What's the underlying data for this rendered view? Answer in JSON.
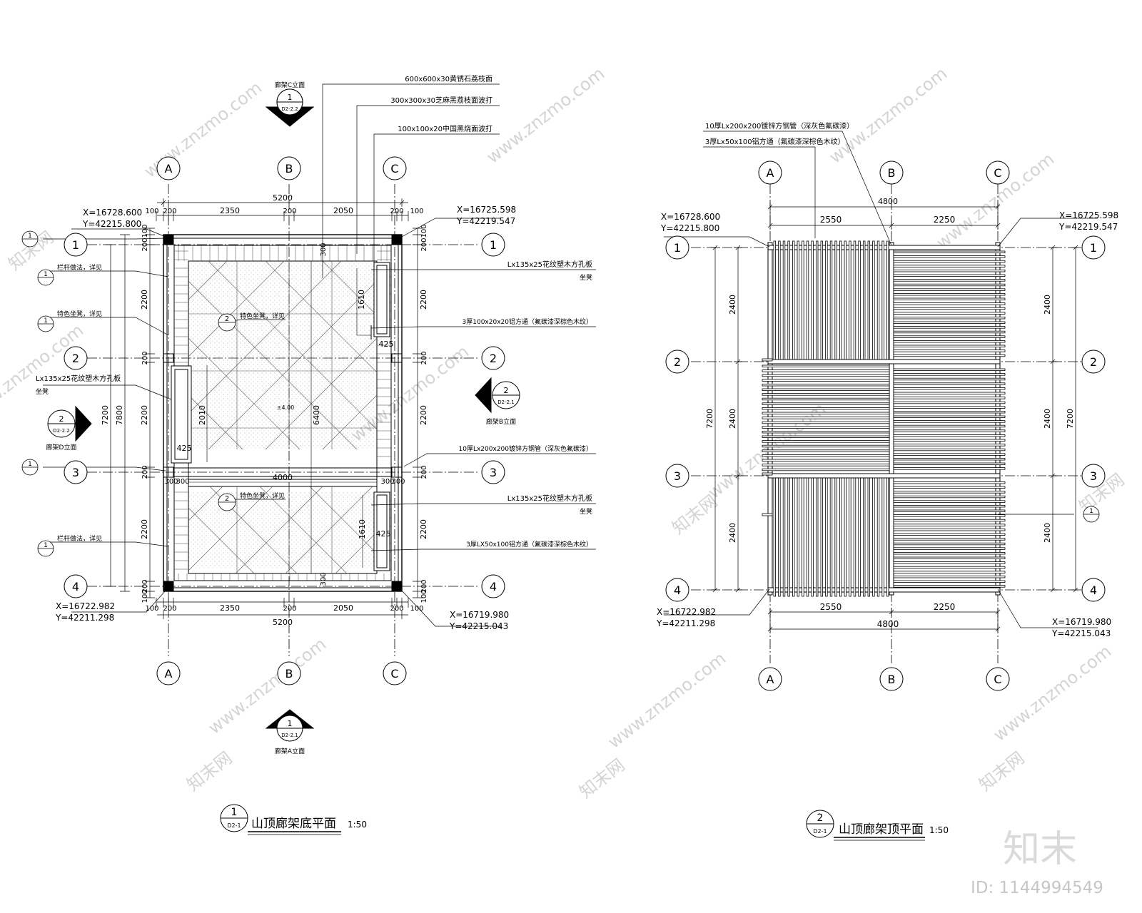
{
  "watermark": {
    "site": "www.znzmo.com",
    "brand": "知末网",
    "logo": "知末",
    "id": "ID: 1144994549"
  },
  "plan1": {
    "title": "山顶廊架底平面",
    "scale": "1:50",
    "ref_num": "1",
    "ref_sheet": "D2-1",
    "axes_cols": [
      "A",
      "B",
      "C"
    ],
    "axes_rows": [
      "1",
      "2",
      "3",
      "4"
    ],
    "dims_top": [
      "100",
      "200",
      "2350",
      "200",
      "2050",
      "200",
      "100"
    ],
    "total_width": "5200",
    "dims_left": [
      "200",
      "100",
      "2200",
      "200",
      "2200",
      "200",
      "2200",
      "200",
      "100"
    ],
    "left_totals": [
      "7200",
      "7800"
    ],
    "dims_right": [
      "200",
      "100",
      "2200",
      "200",
      "2200",
      "200",
      "2200",
      "200",
      "100"
    ],
    "interior_dims": {
      "bench1_len": "1610",
      "bench1_w": "425",
      "bench2_len": "2010",
      "bench2_w": "425",
      "bench3_len": "1610",
      "bench3_w": "425",
      "inner_h": "6400",
      "inner_w": "4000",
      "d300a": "300",
      "d300b": "300",
      "d300c": "300",
      "d300d": "300",
      "d300e": "300",
      "d300f": "300"
    },
    "elev_text": "±4.00",
    "coords": {
      "tl_x": "X=16728.600",
      "tl_y": "Y=42215.800",
      "tr_x": "X=16725.598",
      "tr_y": "Y=42219.547",
      "bl_x": "X=16722.982",
      "bl_y": "Y=42211.298",
      "br_x": "X=16719.980",
      "br_y": "Y=42215.043"
    },
    "callouts_top": [
      "600x600x30黄锈石荔枝面",
      "300x300x30芝麻黑荔枝面波打",
      "100x100x20中国黑烧面波打"
    ],
    "callouts_right": [
      "Lx135x25花纹塑木方孔板",
      "坐凳",
      "3厚100x20x20铝方通（氟碳漆深棕色木纹）",
      "10厚Lx200x200镀锌方钢管（深灰色氟碳漆）",
      "Lx135x25花纹塑木方孔板",
      "坐凳",
      "3厚LX50x100铝方通（氟碳漆深棕色木纹）"
    ],
    "callouts_left": [
      "栏杆做法，详见",
      "特色坐凳，详见",
      "Lx135x25花纹塑木方孔板",
      "坐凳",
      "栏杆做法，详见"
    ],
    "callouts_interior": [
      "特色坐凳，详见",
      "特色坐凳，详见"
    ],
    "elev_top": {
      "num": "1",
      "sheet": "D2-2.2",
      "label": "廊架C立面"
    },
    "elev_bottom": {
      "num": "1",
      "sheet": "D2-2.1",
      "label": "廊架A立面"
    },
    "elev_left": {
      "num": "2",
      "sheet": "D2-2.2",
      "label": "廊架D立面"
    },
    "elev_right": {
      "num": "2",
      "sheet": "D2-2.1",
      "label": "廊架B立面"
    },
    "small_ref": "1"
  },
  "plan2": {
    "title": "山顶廊架顶平面",
    "scale": "1:50",
    "ref_num": "2",
    "ref_sheet": "D2-1",
    "axes_cols": [
      "A",
      "B",
      "C"
    ],
    "axes_rows": [
      "1",
      "2",
      "3",
      "4"
    ],
    "dims_top": [
      "2550",
      "2250"
    ],
    "total_width": "4800",
    "dims_bottom": [
      "2550",
      "2250"
    ],
    "total_width_bottom": "4800",
    "dims_left": [
      "2400",
      "2400",
      "2400"
    ],
    "left_total": "7200",
    "dims_right": [
      "2400",
      "2400",
      "2400"
    ],
    "right_total": "7200",
    "coords": {
      "tl_x": "X=16728.600",
      "tl_y": "Y=42215.800",
      "tr_x": "X=16725.598",
      "tr_y": "Y=42219.547",
      "bl_x": "X=16722.982",
      "bl_y": "Y=42211.298",
      "br_x": "X=16719.980",
      "br_y": "Y=42215.043"
    },
    "callouts_top": [
      "10厚Lx200x200镀锌方钢管（深灰色氟碳漆）",
      "3厚Lx50x100铝方通（氟碳漆深棕色木纹）"
    ],
    "small_ref": "1"
  }
}
